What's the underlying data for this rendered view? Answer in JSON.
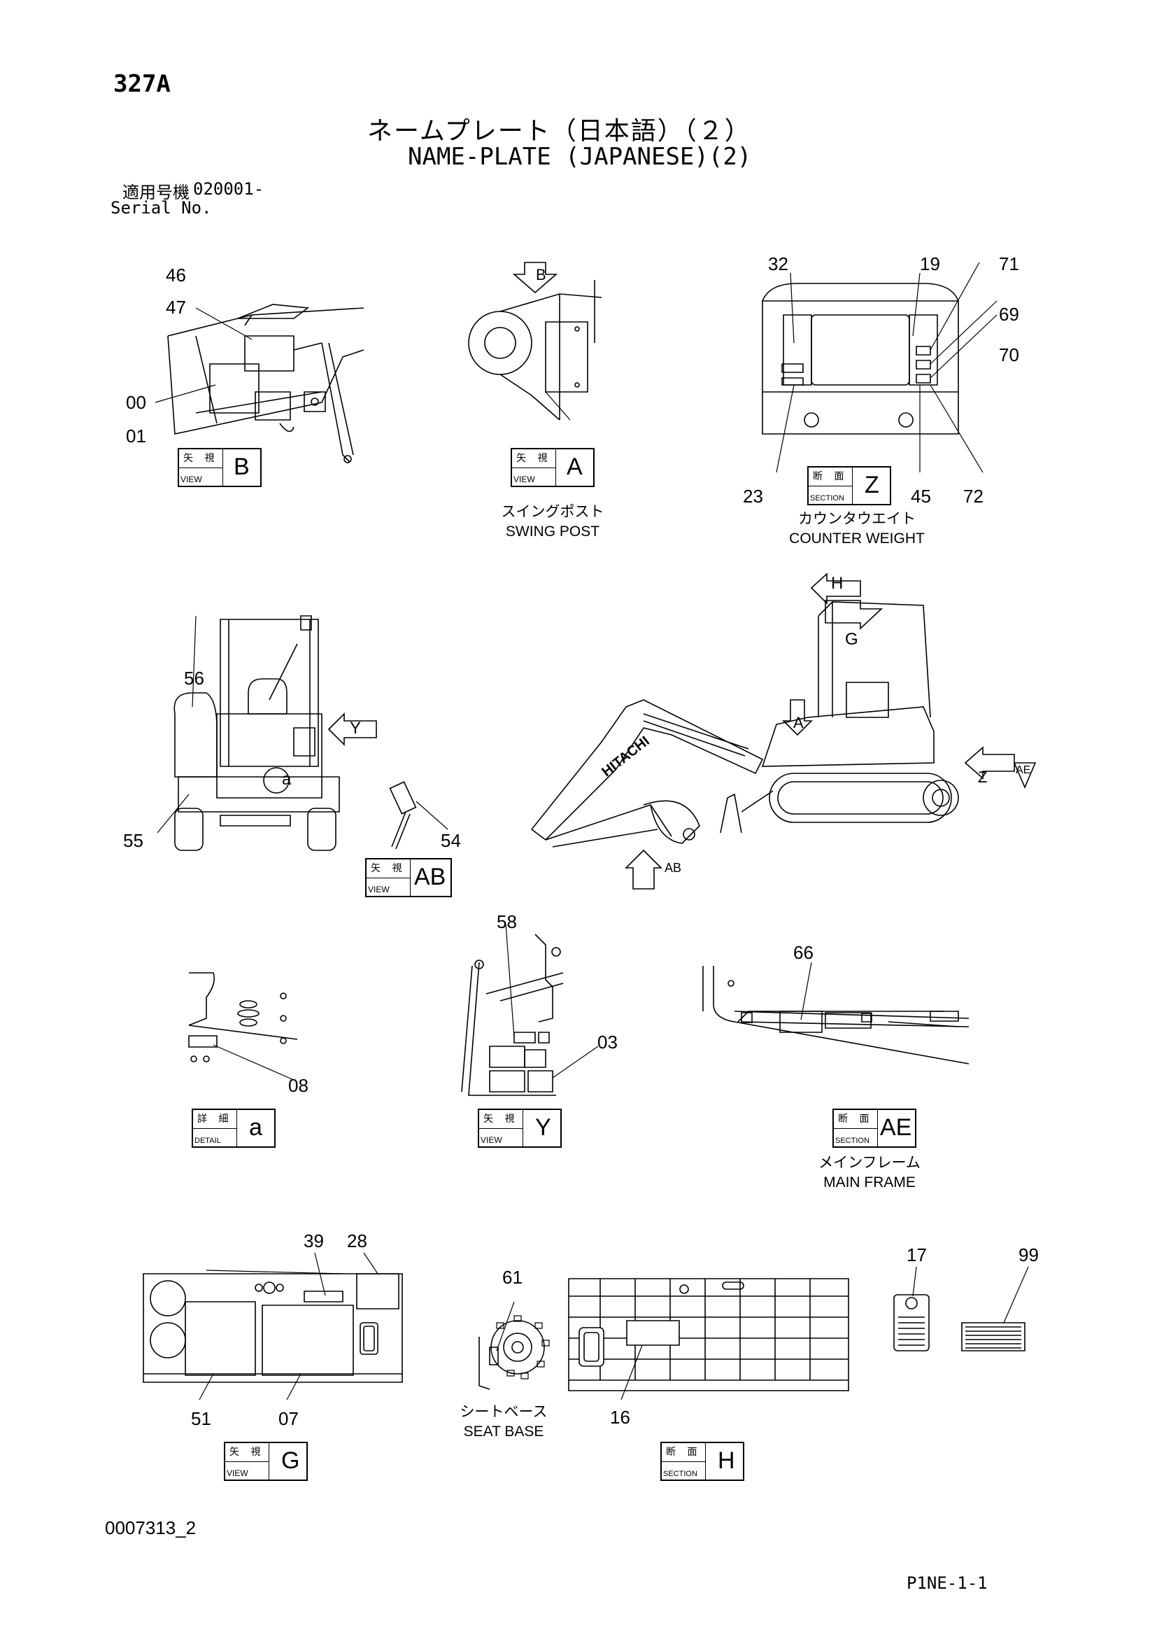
{
  "header": {
    "page_code": "327A",
    "title_jp": "ネームプレート（日本語）（２）",
    "title_en": "NAME-PLATE (JAPANESE)(2)",
    "serial_label_jp": "適用号機",
    "serial_value": "020001-",
    "serial_label_en": "Serial No."
  },
  "view_boxes": {
    "view_kanji": "矢 視",
    "view_en": "VIEW",
    "section_kanji": "断 面",
    "section_en": "SECTION",
    "detail_kanji": "詳 細",
    "detail_en": "DETAIL",
    "b": "B",
    "a_upper": "A",
    "z": "Z",
    "ab": "AB",
    "a_lower": "a",
    "y": "Y",
    "ae": "AE",
    "g": "G",
    "h": "H"
  },
  "captions": {
    "swing_post_jp": "スイングポスト",
    "swing_post_en": "SWING POST",
    "counter_weight_jp": "カウンタウエイト",
    "counter_weight_en": "COUNTER WEIGHT",
    "main_frame_jp": "メインフレーム",
    "main_frame_en": "MAIN FRAME",
    "seat_base_jp": "シートベース",
    "seat_base_en": "SEAT BASE"
  },
  "arrows": {
    "b": "B",
    "h": "H",
    "g": "G",
    "y": "Y",
    "a": "A",
    "z": "Z",
    "ae": "AE",
    "ab": "AB",
    "detail_a": "a"
  },
  "callouts": {
    "c46": "46",
    "c47": "47",
    "c00": "00",
    "c01": "01",
    "c32": "32",
    "c19": "19",
    "c71": "71",
    "c69": "69",
    "c70": "70",
    "c23": "23",
    "c45": "45",
    "c72": "72",
    "c56": "56",
    "c55": "55",
    "c54": "54",
    "c58": "58",
    "c03": "03",
    "c08": "08",
    "c66": "66",
    "c39": "39",
    "c28": "28",
    "c51": "51",
    "c07": "07",
    "c61": "61",
    "c16": "16",
    "c17": "17",
    "c99": "99"
  },
  "brand_text": "HITACHI",
  "footer": {
    "doc_number": "0007313_2",
    "page_ref": "P1NE-1-1"
  }
}
